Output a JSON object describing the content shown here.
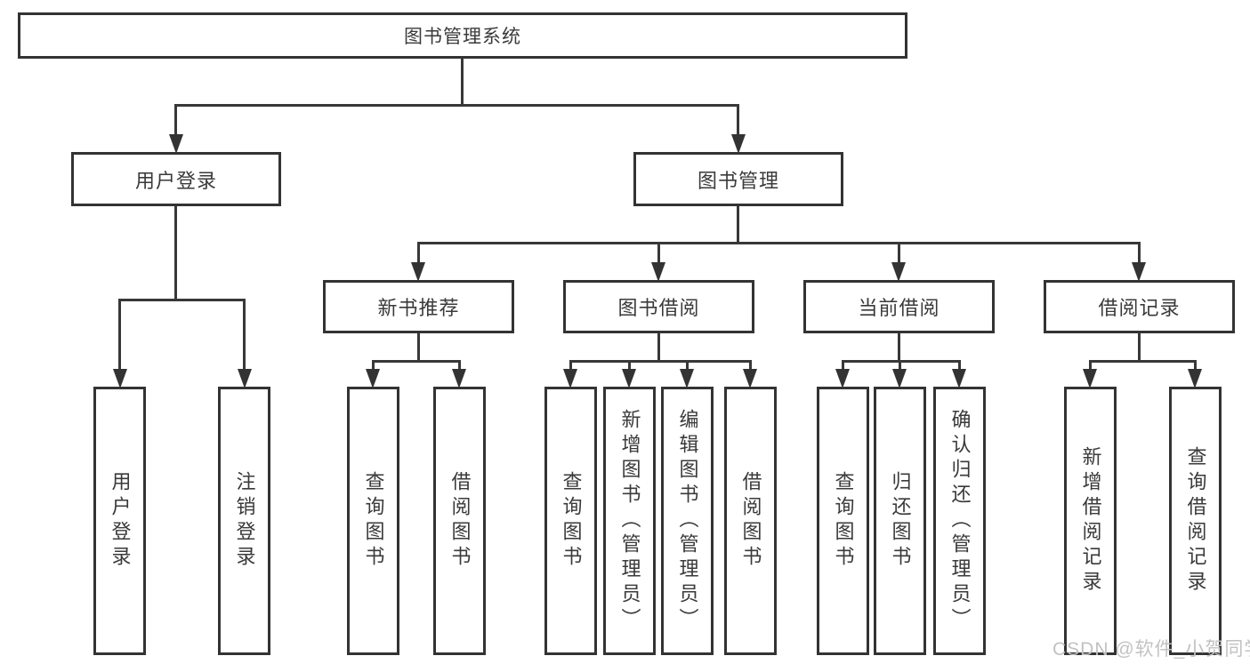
{
  "diagram": {
    "root_label": "图书管理系统",
    "level2": {
      "user_login": "用户登录",
      "book_mgmt": "图书管理"
    },
    "level3": {
      "new_book_rec": "新书推荐",
      "book_borrow": "图书借阅",
      "current_borrow": "当前借阅",
      "borrow_records": "借阅记录"
    },
    "leaves": {
      "user_login": [
        "用户登录",
        "注销登录"
      ],
      "new_book_rec": [
        "查询图书",
        "借阅图书"
      ],
      "book_borrow": [
        "查询图书",
        "新增图书（管理员）",
        "编辑图书（管理员）",
        "借阅图书"
      ],
      "current_borrow": [
        "查询图书",
        "归还图书",
        "确认归还（管理员）"
      ],
      "borrow_records": [
        "新增借阅记录",
        "查询借阅记录"
      ]
    }
  },
  "watermark": "CSDN @软件_小贺同学",
  "colors": {
    "line": "#383838",
    "border": "#333333",
    "text": "#3a3a3a",
    "background": "#ffffff",
    "watermark": "#c2c2c2"
  }
}
